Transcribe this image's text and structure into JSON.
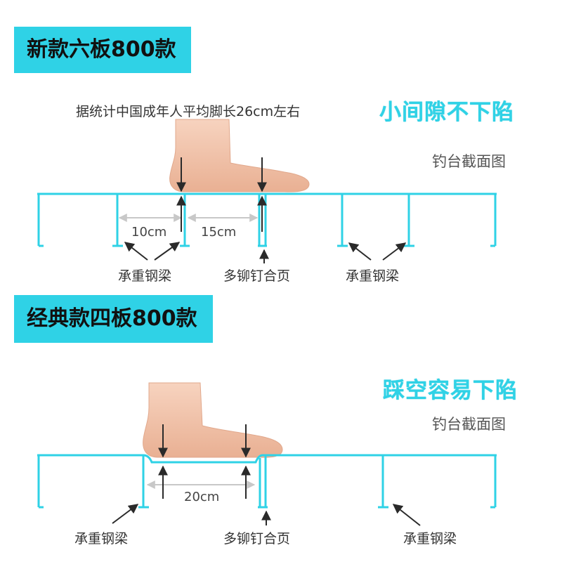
{
  "top": {
    "title": "新款六板800款",
    "stat_note": "据统计中国成年人平均脚长26cm左右",
    "highlight": "小间隙不下陷",
    "section_label": "钓台截面图",
    "dim1": "10cm",
    "dim2": "15cm",
    "beam_left": "承重钢梁",
    "hinge": "多铆钉合页",
    "beam_right": "承重钢梁"
  },
  "bottom": {
    "title": "经典款四板800款",
    "highlight": "踩空容易下陷",
    "section_label": "钓台截面图",
    "dim1": "20cm",
    "beam_left": "承重钢梁",
    "hinge": "多铆钉合页",
    "beam_right": "承重钢梁"
  },
  "colors": {
    "accent": "#2fd2e6",
    "foot": "#f2c2a8",
    "arrow": "#2a2a2a"
  }
}
